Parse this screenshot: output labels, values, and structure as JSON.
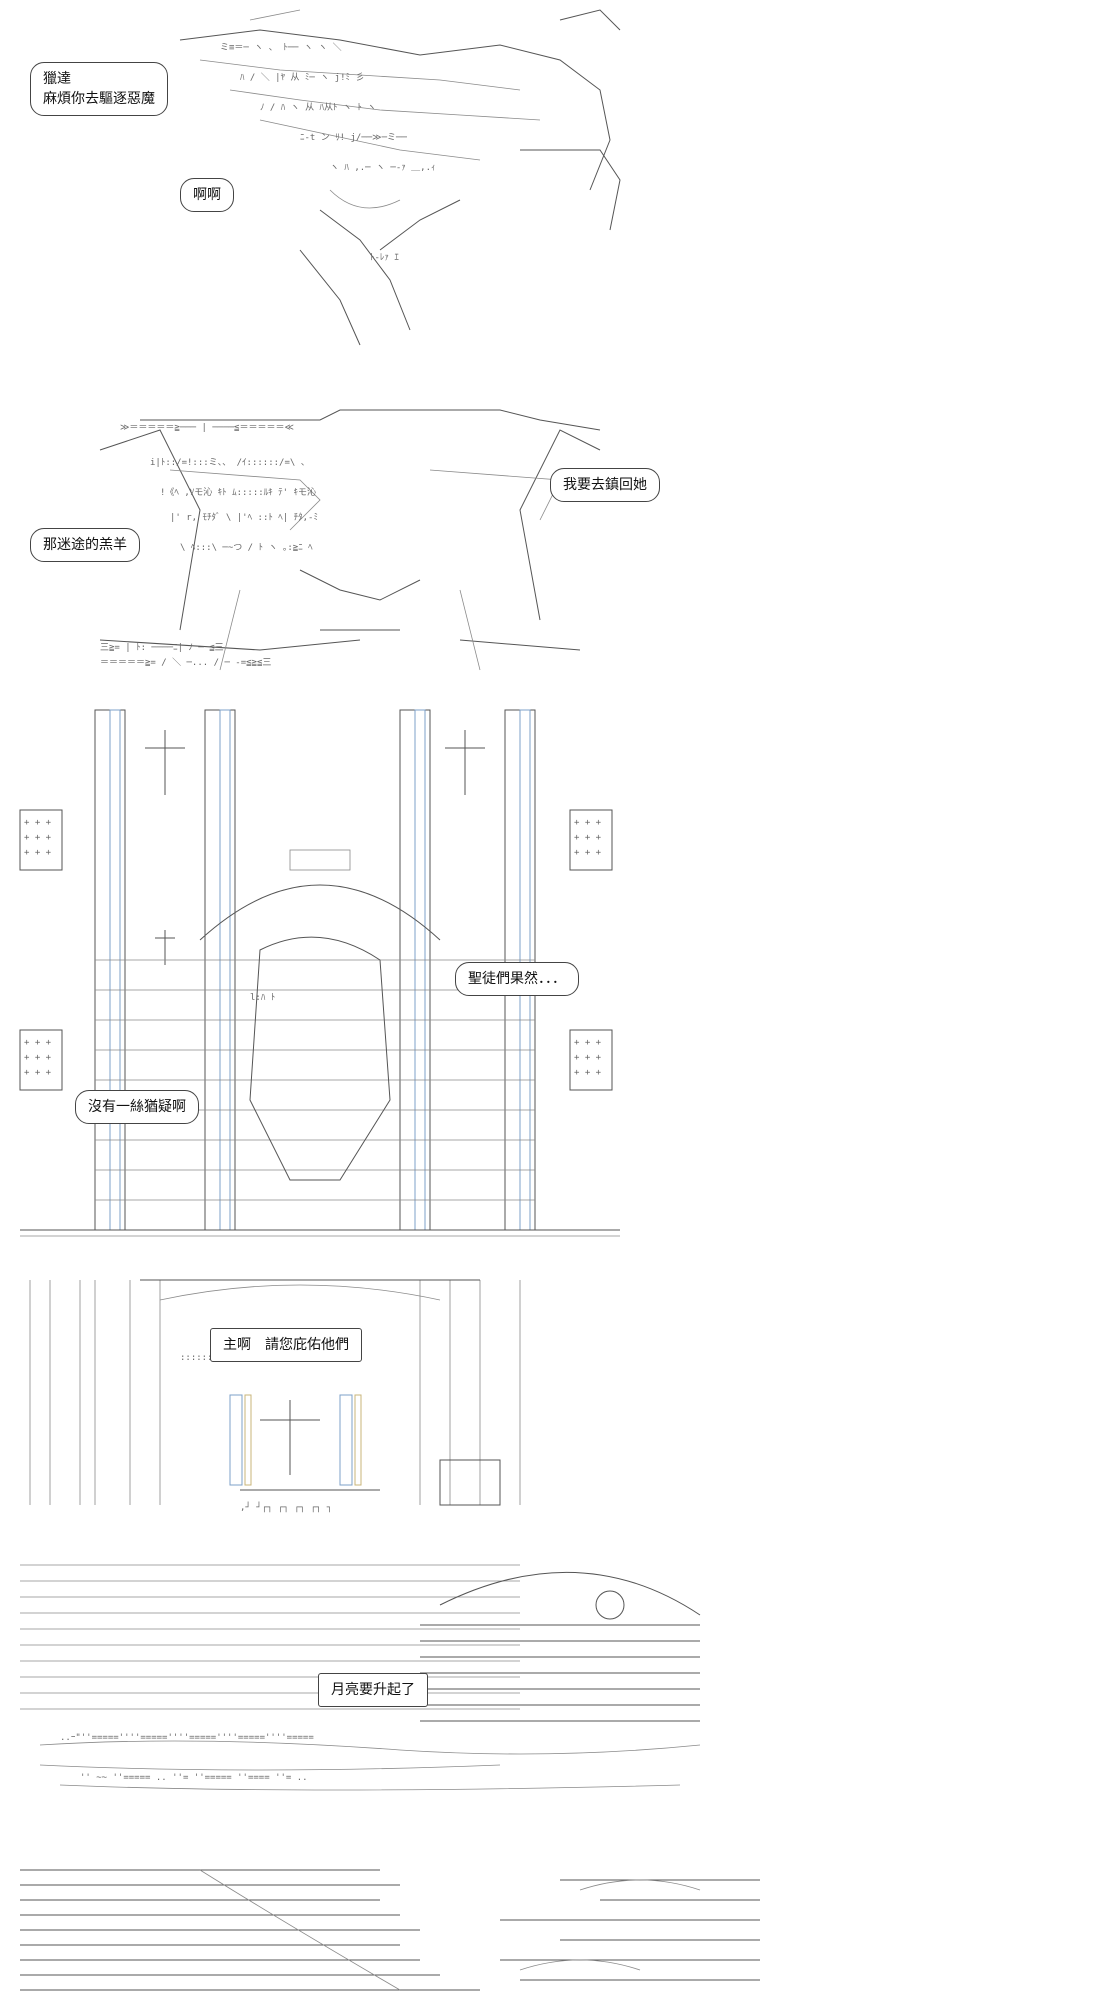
{
  "panels": [
    {
      "id": "panel-1",
      "bubbles": [
        {
          "lines": [
            "獵達",
            "麻煩你去驅逐惡魔"
          ]
        },
        {
          "lines": [
            "啊啊"
          ]
        }
      ]
    },
    {
      "id": "panel-2",
      "bubbles": [
        {
          "lines": [
            "我要去鎮回她"
          ]
        },
        {
          "lines": [
            "那迷途的羔羊"
          ]
        }
      ]
    },
    {
      "id": "panel-3",
      "bubbles": [
        {
          "lines": [
            "聖徒們果然．．．"
          ]
        },
        {
          "lines": [
            "沒有一絲猶疑啊"
          ]
        }
      ]
    },
    {
      "id": "panel-4",
      "bubbles": [
        {
          "lines": [
            "主啊　請您庇佑他們"
          ]
        }
      ]
    },
    {
      "id": "panel-5",
      "bubbles": [
        {
          "lines": [
            "月亮要升起了"
          ]
        }
      ]
    }
  ],
  "colors": {
    "line": "#555555",
    "accent_blue": "#7da0c8",
    "accent_gold": "#c8b478"
  },
  "icons": [
    "cross-icon",
    "moon-icon"
  ]
}
